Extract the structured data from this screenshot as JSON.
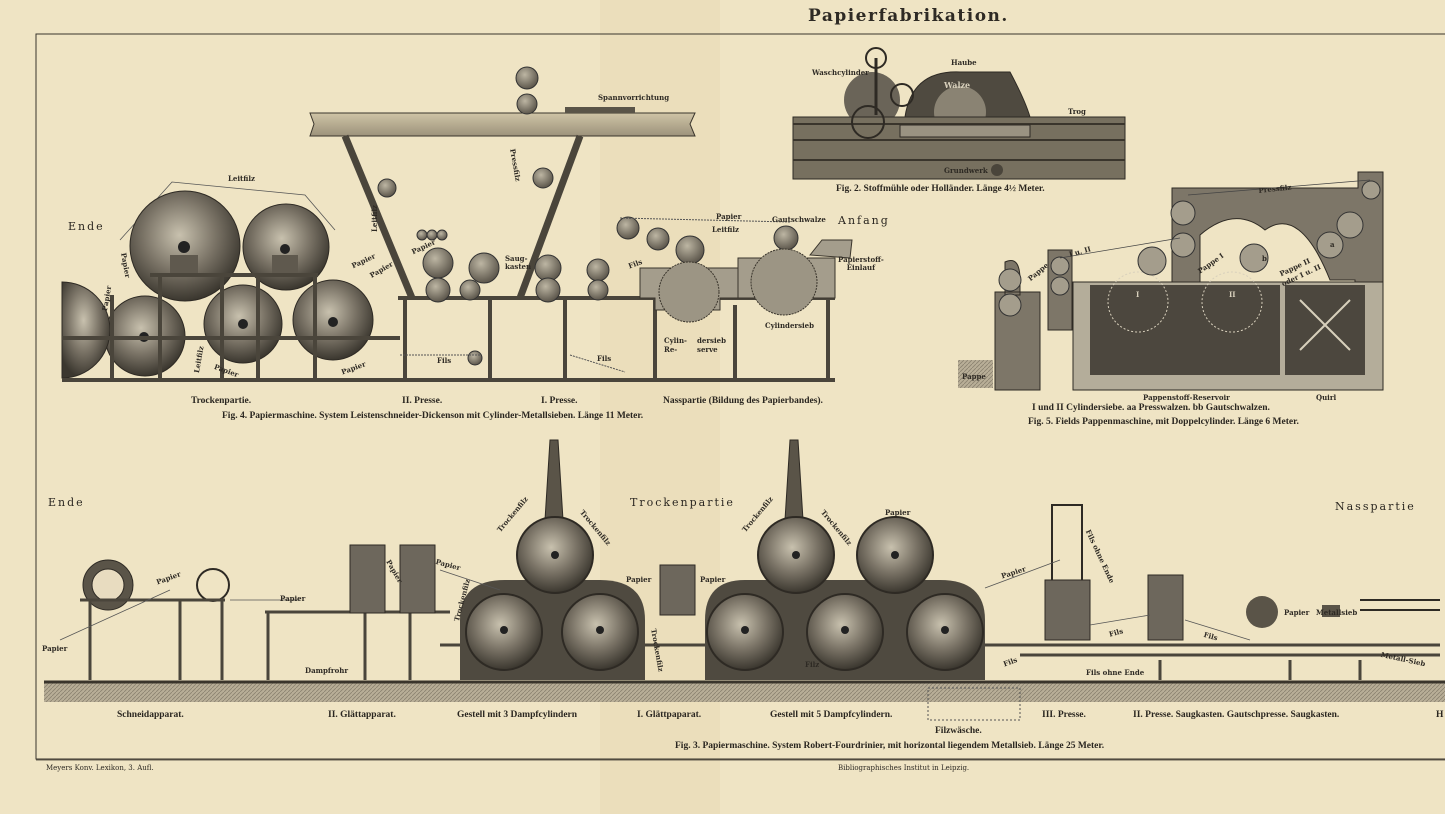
{
  "title": "Papierfabrikation.",
  "fig4": {
    "labels": {
      "ende": "Ende",
      "anfang": "Anfang",
      "leitfilz_top": "Leitfilz",
      "spannvorrichtung": "Spannvorrichtung",
      "pressfilz": "Pressfilz",
      "leitfilz_vert": "Leitfilz",
      "papier_1": "Papier",
      "papier_2": "Papier",
      "papier_3": "Papier",
      "papier_4": "Papier",
      "papier_5": "Papier",
      "papier_6": "Papier",
      "papier_7": "Papier",
      "saugkasten_1": "Saug-",
      "saugkasten_2": "kasten",
      "papier_top": "Papier",
      "gautschwalze": "Gautschwalze",
      "leitfilz_right": "Leitfilz",
      "fils_1": "Fils",
      "fils_2": "Fils",
      "fils_3": "Fils",
      "einlauf_1": "Papierstoff-",
      "einlauf_2": "Einlauf",
      "cylindersieb": "Cylindersieb",
      "reserve_1": "Cylin-",
      "reserve_2": "Re-",
      "reserve_3": "dersieb",
      "reserve_4": "serve",
      "leitfilz_bottom": "Leitfilz"
    },
    "sections": [
      "Trockenpartie.",
      "II. Presse.",
      "I. Presse.",
      "Nasspartie (Bildung des Papierbandes)."
    ],
    "caption": "Fig. 4.  Papiermaschine.  System Leistenschneider-Dickenson  mit Cylinder-Metallsieben.  Länge 11 Meter."
  },
  "fig2": {
    "labels": {
      "waschcylinder": "Waschcylinder",
      "haube": "Haube",
      "walze": "Walze",
      "trog": "Trog",
      "grundwerk": "Grundwerk"
    },
    "caption": "Fig. 2.  Stoffmühle oder Holländer.  Länge 4½ Meter."
  },
  "fig5": {
    "labels": {
      "pressfilz": "Pressfilz",
      "i_u_ii": "I u. II",
      "pappe_1": "Pappe",
      "pappe_i": "Pappe I",
      "pappe_ii": "Pappe II",
      "oder": "oder I u. II",
      "pappe_stack": "Pappe",
      "cyl_i": "I",
      "cyl_ii": "II",
      "a": "a",
      "b": "b"
    },
    "reservoir": "Pappenstoff-Reservoir",
    "quirl": "Quirl",
    "legend": "I und II Cylindersiebe.  aa Presswalzen.  bb Gautschwalzen.",
    "caption": "Fig. 5.  Fields Pappenmaschine, mit Doppelcylinder.  Länge 6 Meter."
  },
  "fig3": {
    "labels": {
      "ende": "Ende",
      "trockenpartie": "Trockenpartie",
      "nasspartie": "Nasspartie",
      "papier_1": "Papier",
      "papier_2": "Papier",
      "papier_3": "Papier",
      "papier_4": "Papier",
      "papier_5": "Papier",
      "papier_6": "Papier",
      "papier_7": "Papier",
      "papier_8": "Papier",
      "papier_9": "Papier",
      "papier_10": "Papier",
      "trockenfilz_1": "Trockenfilz",
      "trockenfilz_2": "Trockenfilz",
      "trockenfilz_3": "Trockenfilz",
      "trockenfilz_4": "Trockenfilz",
      "trockenfilz_5": "Trockenfilz",
      "trockenfilz_6": "Trockenfilz",
      "dampfrohr": "Dampfrohr",
      "filz_1": "Filz",
      "fils_2": "Fils",
      "fils_3": "Fils",
      "fils_4": "Fils",
      "fils_ohne_ende_1": "Fils ohne Ende",
      "fils_ohne_ende_2": "Fils ohne Ende",
      "metallsieb": "Metallsieb",
      "metall_sieb": "Metall-Sieb"
    },
    "sections": [
      "Schneidapparat.",
      "II. Glättapparat.",
      "Gestell mit 3 Dampfcylindern",
      "I. Glättpaparat.",
      "Gestell mit 5 Dampfcylindern.",
      "III. Presse.",
      "II. Presse.  Saugkasten.  Gautschpresse.  Saugkasten.",
      "H"
    ],
    "filzwaesche": "Filzwäsche.",
    "caption": "Fig. 3.  Papiermaschine.  System Robert-Fourdrinier, mit horizontal liegendem Metallsieb.  Länge 25 Meter."
  },
  "footer": {
    "left": "Meyers Konv. Lexikon, 3. Aufl.",
    "center": "Bibliographisches Institut in Leipzig."
  },
  "colors": {
    "paper": "#efe4c4",
    "ink": "#2e2a24",
    "metal": "#6d675c"
  }
}
